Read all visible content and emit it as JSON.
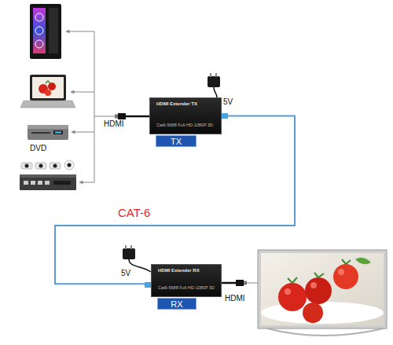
{
  "diagram": {
    "nodes": [
      {
        "text": [
          "HDMI Extender TX",
          "Cat6-5688 Full-HD-1080P 3D"
        ]
      },
      {
        "text": [
          "TX"
        ]
      },
      {
        "text": [
          "HDMI Extender RX",
          "Cat6-5688 Full-HD-1080P 3D"
        ]
      },
      {
        "text": [
          "RX"
        ]
      }
    ],
    "edges": [
      {
        "from": 0,
        "to": 2,
        "label": "CAT-6",
        "arrow": "none"
      }
    ],
    "labels": [
      "HDMI",
      "5V",
      "DVD",
      "5V",
      "HDMI"
    ]
  }
}
